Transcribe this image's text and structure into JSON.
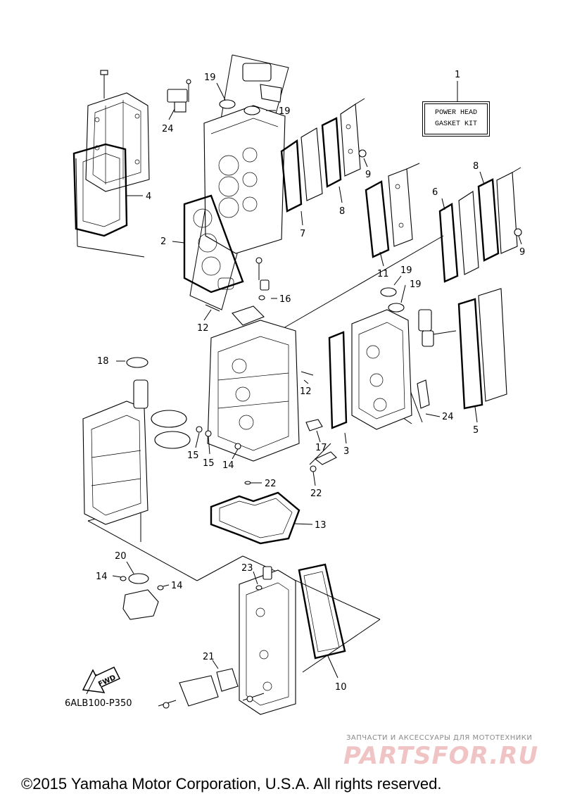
{
  "kit": {
    "line1": "POWER HEAD",
    "line2": "GASKET KIT"
  },
  "callouts": [
    "1",
    "19",
    "19",
    "24",
    "4",
    "2",
    "7",
    "8",
    "9",
    "11",
    "6",
    "8",
    "9",
    "19",
    "19",
    "16",
    "12",
    "12",
    "18",
    "24",
    "5",
    "3",
    "17",
    "15",
    "15",
    "14",
    "22",
    "22",
    "13",
    "20",
    "14",
    "14",
    "23",
    "21",
    "10"
  ],
  "fwd_label": "FWD",
  "diagram_code": "6ALB100-P350",
  "watermark": {
    "top": "ЗАПЧАСТИ И АКСЕССУАРЫ ДЛЯ МОТОТЕХНИКИ",
    "logo": "PARTSFOR.RU"
  },
  "copyright": "©2015 Yamaha Motor Corporation, U.S.A. All rights reserved."
}
